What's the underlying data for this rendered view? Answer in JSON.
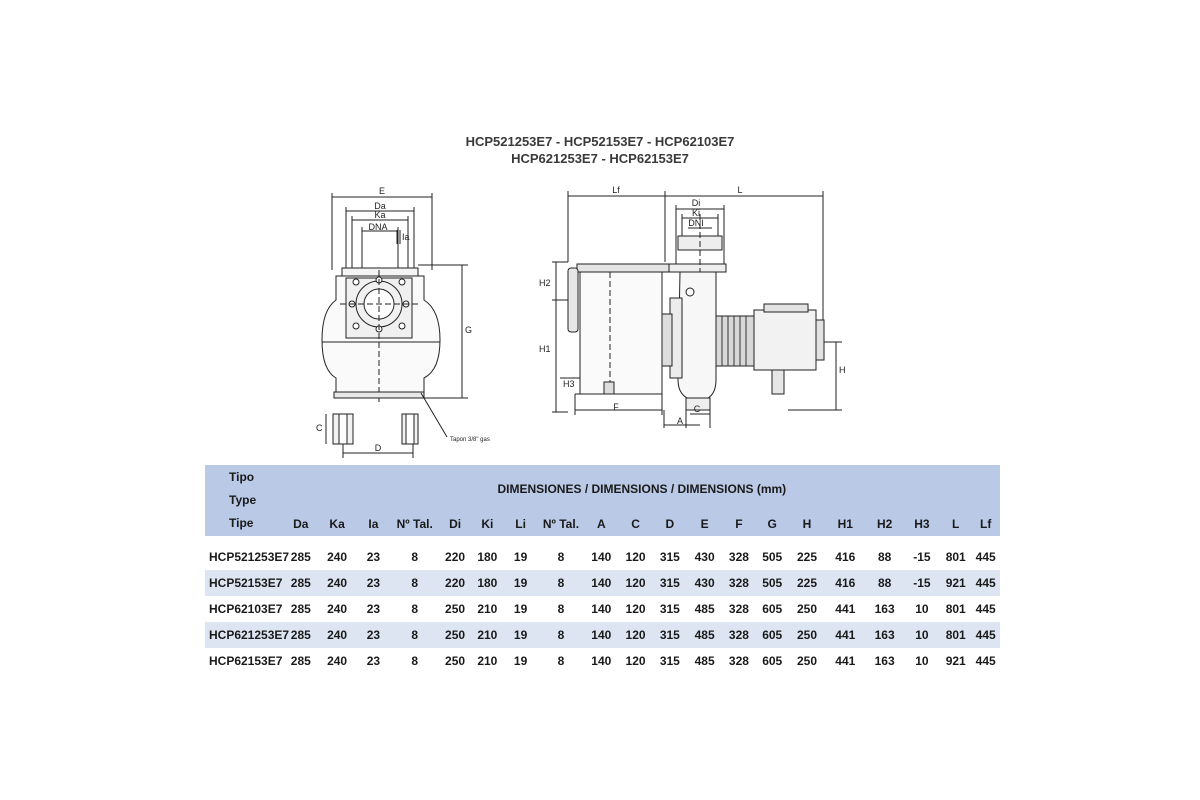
{
  "titles": {
    "line1": "HCP521253E7 - HCP52153E7 - HCP62103E7",
    "line2": "HCP621253E7 - HCP62153E7"
  },
  "drawing": {
    "labels": {
      "E": "E",
      "Da": "Da",
      "Ka": "Ka",
      "DNA": "DNA",
      "Ia": "Ia",
      "G": "G",
      "C_left": "C",
      "D": "D",
      "tapon": "Tapon 3/8\" gas",
      "Lf": "Lf",
      "L": "L",
      "Di": "Di",
      "Ki": "Ki",
      "DNI": "DNI",
      "H2": "H2",
      "H1": "H1",
      "H3": "H3",
      "F": "F",
      "A": "A",
      "C_right": "C",
      "H": "H"
    }
  },
  "table": {
    "type_labels": [
      "Tipo",
      "Type",
      "Tipe"
    ],
    "heading": "DIMENSIONES / DIMENSIONS / DIMENSIONS (mm)",
    "columns": [
      "Da",
      "Ka",
      "Ia",
      "Nº Tal.",
      "Di",
      "Ki",
      "Li",
      "Nº Tal.",
      "A",
      "C",
      "D",
      "E",
      "F",
      "G",
      "H",
      "H1",
      "H2",
      "H3",
      "L",
      "Lf"
    ],
    "rows": [
      {
        "model": "HCP521253E7",
        "values": [
          "285",
          "240",
          "23",
          "8",
          "220",
          "180",
          "19",
          "8",
          "140",
          "120",
          "315",
          "430",
          "328",
          "505",
          "225",
          "416",
          "88",
          "-15",
          "801",
          "445"
        ]
      },
      {
        "model": "HCP52153E7",
        "values": [
          "285",
          "240",
          "23",
          "8",
          "220",
          "180",
          "19",
          "8",
          "140",
          "120",
          "315",
          "430",
          "328",
          "505",
          "225",
          "416",
          "88",
          "-15",
          "921",
          "445"
        ]
      },
      {
        "model": "HCP62103E7",
        "values": [
          "285",
          "240",
          "23",
          "8",
          "250",
          "210",
          "19",
          "8",
          "140",
          "120",
          "315",
          "485",
          "328",
          "605",
          "250",
          "441",
          "163",
          "10",
          "801",
          "445"
        ]
      },
      {
        "model": "HCP621253E7",
        "values": [
          "285",
          "240",
          "23",
          "8",
          "250",
          "210",
          "19",
          "8",
          "140",
          "120",
          "315",
          "485",
          "328",
          "605",
          "250",
          "441",
          "163",
          "10",
          "801",
          "445"
        ]
      },
      {
        "model": "HCP62153E7",
        "values": [
          "285",
          "240",
          "23",
          "8",
          "250",
          "210",
          "19",
          "8",
          "140",
          "120",
          "315",
          "485",
          "328",
          "605",
          "250",
          "441",
          "163",
          "10",
          "921",
          "445"
        ]
      }
    ]
  }
}
